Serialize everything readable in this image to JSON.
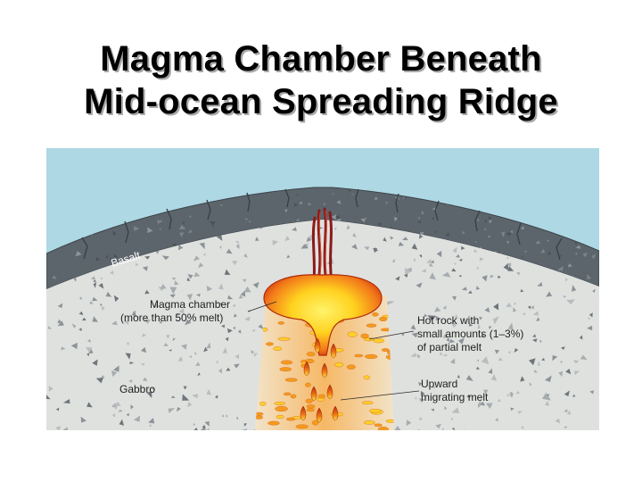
{
  "title": {
    "line1": "Magma Chamber Beneath",
    "line2": "Mid-ocean Spreading Ridge"
  },
  "labels": {
    "basalt": "Basalt",
    "magma_chamber_1": "Magma chamber",
    "magma_chamber_2": "(more than 50% melt)",
    "hot_rock_1": "Hot rock with",
    "hot_rock_2": "small amounts (1–3%)",
    "hot_rock_3": "of partial melt",
    "gabbro": "Gabbro",
    "upward_1": "Upward",
    "upward_2": "migrating melt"
  },
  "colors": {
    "ocean": "#add8e4",
    "basalt": "#5c656c",
    "gabbro": "#dfe1df",
    "magma_core": "#ffe43a",
    "magma_edge": "#c8300a",
    "hot_rock": "#f7c98a",
    "dike": "#8b1a1a"
  }
}
